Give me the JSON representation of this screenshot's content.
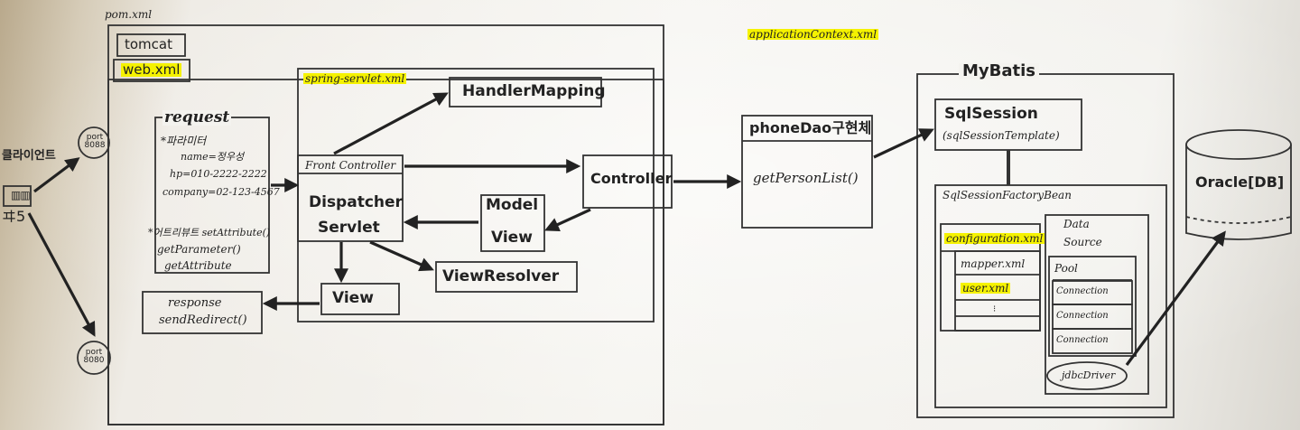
{
  "pom_xml": "pom.xml",
  "tomcat": "tomcat",
  "web_xml": "web.xml",
  "client": {
    "label": "클라이언트",
    "port_top": "port 8088",
    "port_bottom": "port 8080"
  },
  "request": {
    "title": "request",
    "param_header": "*파라미터",
    "params": [
      "name=정우성",
      "hp=010-2222-2222",
      "company=02-123-4567"
    ],
    "attr_header": "*어트리뷰트 setAttribute()",
    "attr_methods": [
      "getParameter()",
      "getAttribute"
    ]
  },
  "response": {
    "line1": "response",
    "line2": "sendRedirect()"
  },
  "spring_servlet_xml": "spring-servlet.xml",
  "handler_mapping": "HandlerMapping",
  "dispatcher": {
    "top": "Front Controller",
    "line1": "Dispatcher",
    "line2": "Servlet"
  },
  "controller": "Controller",
  "model_view": {
    "line1": "Model",
    "line2": "View"
  },
  "view_resolver": "ViewResolver",
  "view": "View",
  "application_context_xml": "applicationContext.xml",
  "phone_dao": {
    "title": "phoneDao구현체",
    "method": "getPersonList()"
  },
  "mybatis": {
    "title": "MyBatis",
    "sql_session": "SqlSession",
    "sql_session_template": "(sqlSessionTemplate)",
    "factory_bean": "SqlSessionFactoryBean",
    "configuration_xml": "configuration.xml",
    "mapper_xml": "mapper.xml",
    "user_xml": "user.xml",
    "data_source": {
      "line1": "Data",
      "line2": "Source"
    },
    "pool": "Pool",
    "connections": [
      "Connection",
      "Connection",
      "Connection"
    ],
    "jdbc_driver": "jdbcDriver"
  },
  "oracle_db": "Oracle[DB]",
  "colors": {
    "highlight": "#f5f200",
    "ink": "#222222",
    "paper": "#f6f5f1"
  }
}
